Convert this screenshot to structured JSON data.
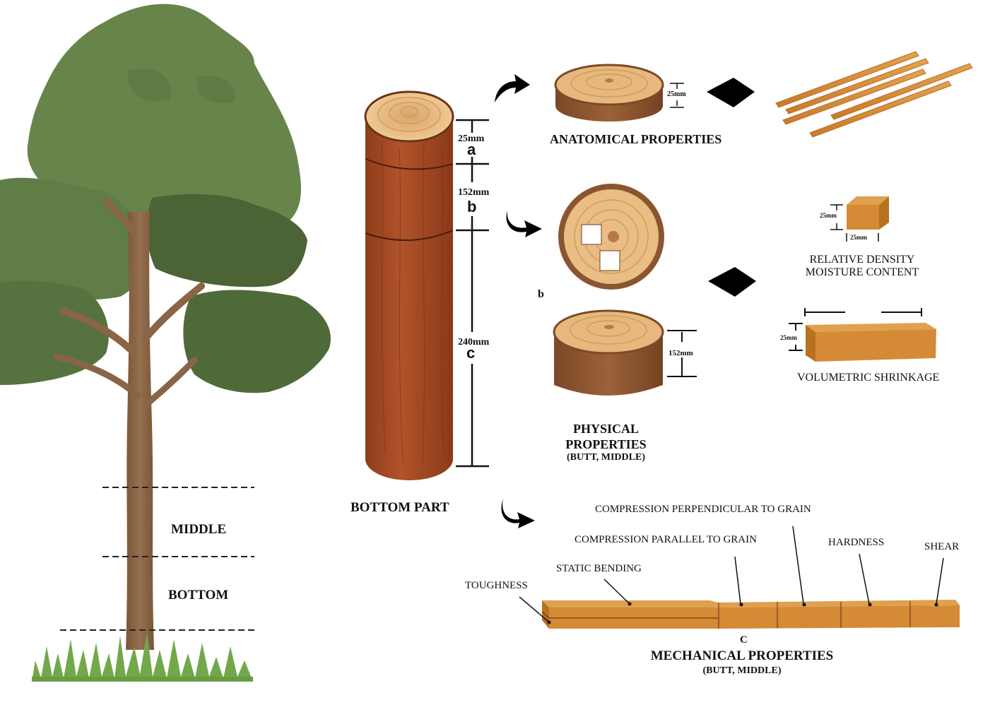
{
  "tree": {
    "zones": [
      {
        "label": "MIDDLE"
      },
      {
        "label": "BOTTOM"
      }
    ]
  },
  "log": {
    "caption": "BOTTOM PART",
    "segments": [
      {
        "letter": "a",
        "length": "25mm"
      },
      {
        "letter": "b",
        "length": "152mm"
      },
      {
        "letter": "c",
        "length": "240mm"
      }
    ]
  },
  "anatomical": {
    "title": "ANATOMICAL PROPERTIES",
    "disc_thickness": "25mm"
  },
  "physical": {
    "section_letter": "b",
    "title_line1": "PHYSICAL",
    "title_line2": "PROPERTIES",
    "subtitle": "(BUTT, MIDDLE)",
    "block_height": "152mm",
    "cube": {
      "height": "25mm",
      "width": "25mm",
      "caption_line1": "RELATIVE DENSITY",
      "caption_line2": "MOISTURE CONTENT"
    },
    "bar": {
      "height": "25mm",
      "caption": "VOLUMETRIC SHRINKAGE"
    }
  },
  "mechanical": {
    "section_letter": "C",
    "title": "MECHANICAL PROPERTIES",
    "subtitle": "(BUTT, MIDDLE)",
    "tests": [
      {
        "label": "TOUGHNESS"
      },
      {
        "label": "STATIC BENDING"
      },
      {
        "label": "COMPRESSION PARALLEL TO GRAIN"
      },
      {
        "label": "COMPRESSION PERPENDICULAR TO GRAIN"
      },
      {
        "label": "HARDNESS"
      },
      {
        "label": "SHEAR"
      }
    ]
  },
  "colors": {
    "foliage_light": "#67854a",
    "foliage_dark": "#4b6335",
    "trunk": "#8a6446",
    "bark_red": "#a24a25",
    "wood_light": "#e9bd84",
    "bark_brown": "#8b5530",
    "stick_orange": "#d58a35"
  }
}
